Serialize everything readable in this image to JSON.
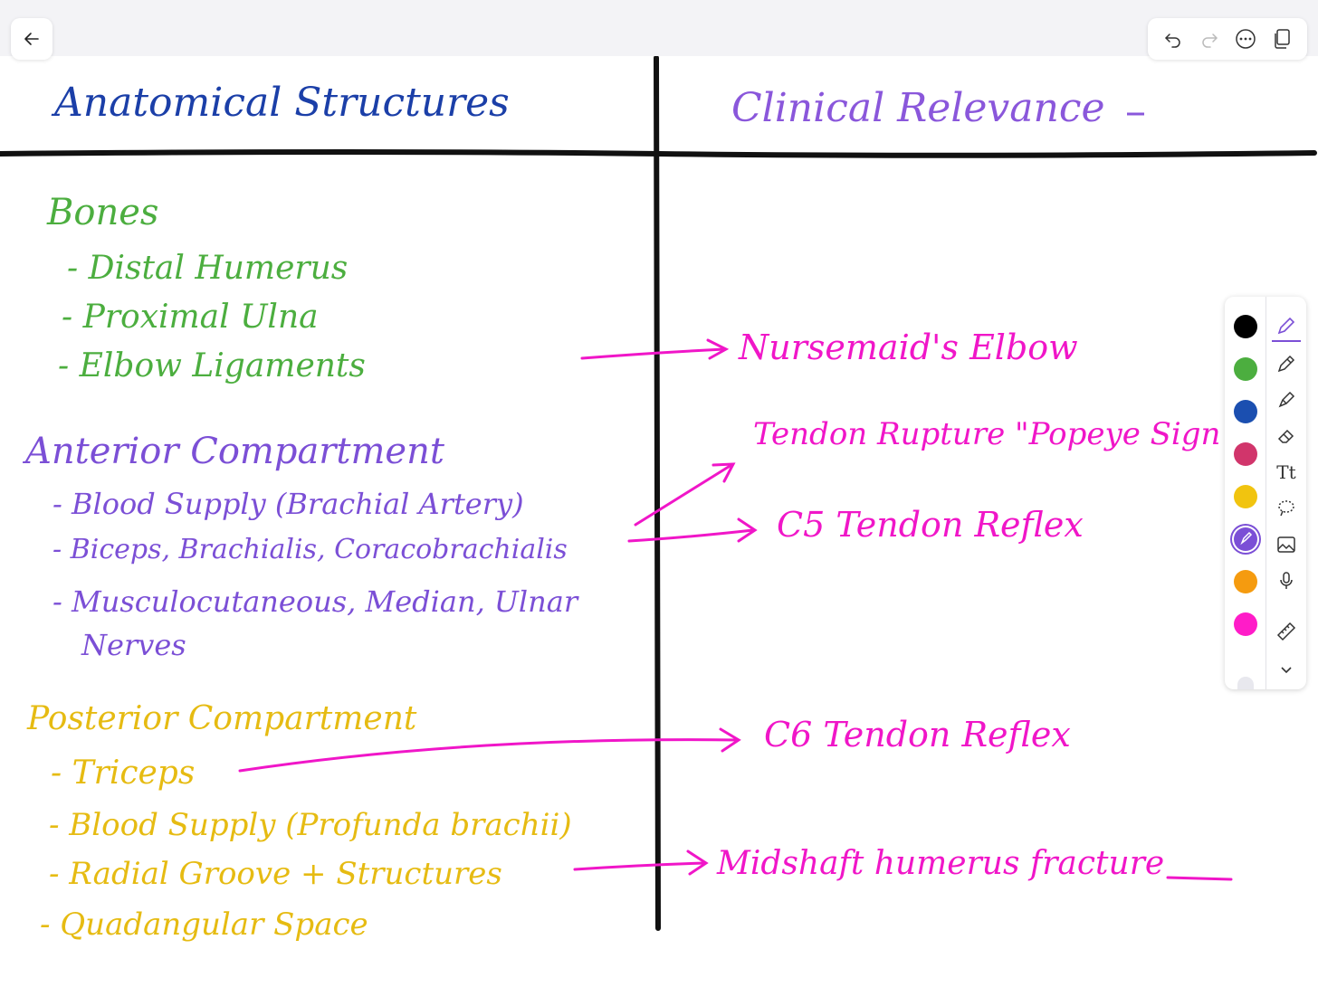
{
  "toolbar": {
    "back_icon": "arrow-left-icon",
    "undo_icon": "undo-icon",
    "redo_icon": "redo-icon",
    "more_icon": "more-options-icon",
    "pages_icon": "pages-icon"
  },
  "canvas": {
    "left_header": "Anatomical Structures",
    "right_header": "Clinical Relevance",
    "bones": {
      "title": "Bones",
      "items": [
        "- Distal Humerus",
        "- Proximal Ulna",
        "- Elbow Ligaments"
      ]
    },
    "anterior": {
      "title": "Anterior Compartment",
      "items": [
        "- Blood Supply (Brachial Artery)",
        "- Biceps, Brachialis, Coracobrachialis",
        "- Musculocutaneous, Median, Ulnar",
        "Nerves"
      ]
    },
    "posterior": {
      "title": "Posterior Compartment",
      "items": [
        "- Triceps",
        "- Blood Supply (Profunda brachii)",
        "- Radial Groove + Structures",
        "- Quadangular Space"
      ]
    },
    "clinical": {
      "nursemaid": "Nursemaid's Elbow",
      "tendon_rupture": "Tendon Rupture \"Popeye Sign",
      "c5": "C5 Tendon Reflex",
      "c6": "C6 Tendon Reflex",
      "midshaft": "Midshaft humerus fracture"
    }
  },
  "palette": {
    "colors": [
      "#000000",
      "#4cae3f",
      "#1b4fb0",
      "#d1356b",
      "#f1c40f",
      "#7b4fd6",
      "#f59b0f",
      "#ff1cc8"
    ],
    "selected_index": 5,
    "tools": [
      "pen-icon",
      "pencil-icon",
      "highlighter-icon",
      "eraser-icon",
      "text-icon",
      "lasso-icon",
      "image-icon",
      "microphone-icon",
      "ruler-icon",
      "chevron-down-icon"
    ],
    "text_tool_label": "Tt"
  }
}
